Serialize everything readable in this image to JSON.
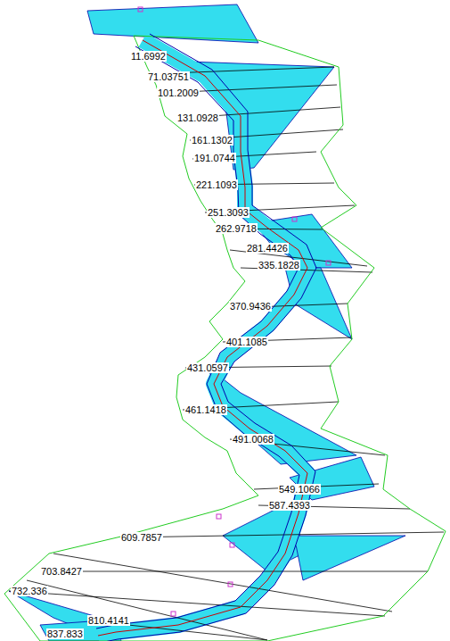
{
  "diagram": {
    "labels": [
      "11.6992",
      "71.03751",
      "101.2009",
      "131.0928",
      "161.1302",
      "191.0744",
      "221.1093",
      "251.3093",
      "262.9718",
      "281.4426",
      "335.1828",
      "370.9436",
      "401.1085",
      "431.0597",
      "461.1418",
      "491.0068",
      "549.1066",
      "587.4393",
      "609.7857",
      "703.8427",
      "732.336",
      "810.4141",
      "837.833"
    ]
  }
}
